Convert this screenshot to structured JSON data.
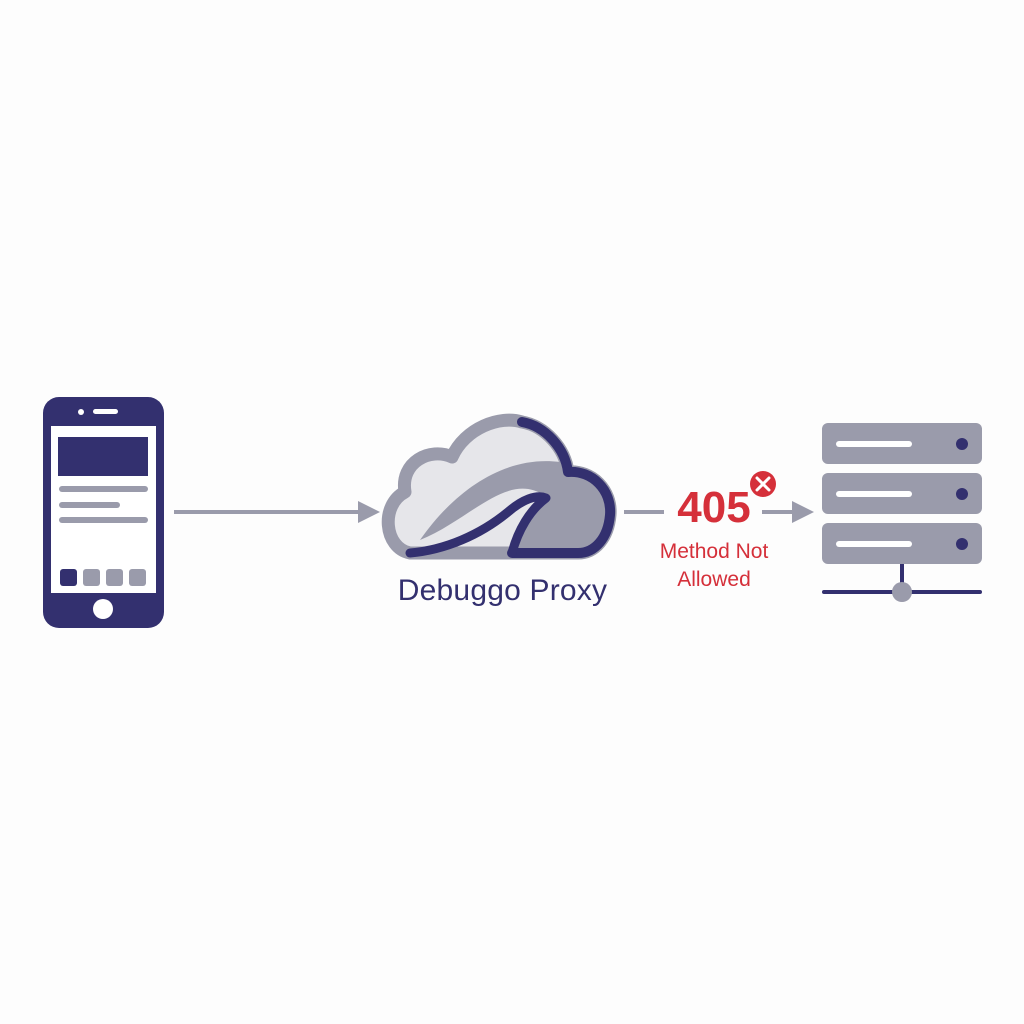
{
  "diagram": {
    "proxy": {
      "label": "Debuggo Proxy"
    },
    "error": {
      "code": "405",
      "message_line1": "Method Not",
      "message_line2": "Allowed"
    }
  },
  "icons": {
    "client": "mobile-phone-icon",
    "proxy": "cloud-icon",
    "error": "error-x-icon",
    "server": "server-rack-icon"
  },
  "colors": {
    "primary": "#33306f",
    "neutral": "#9a9bab",
    "light": "#e6e6ea",
    "error": "#d5303a"
  }
}
